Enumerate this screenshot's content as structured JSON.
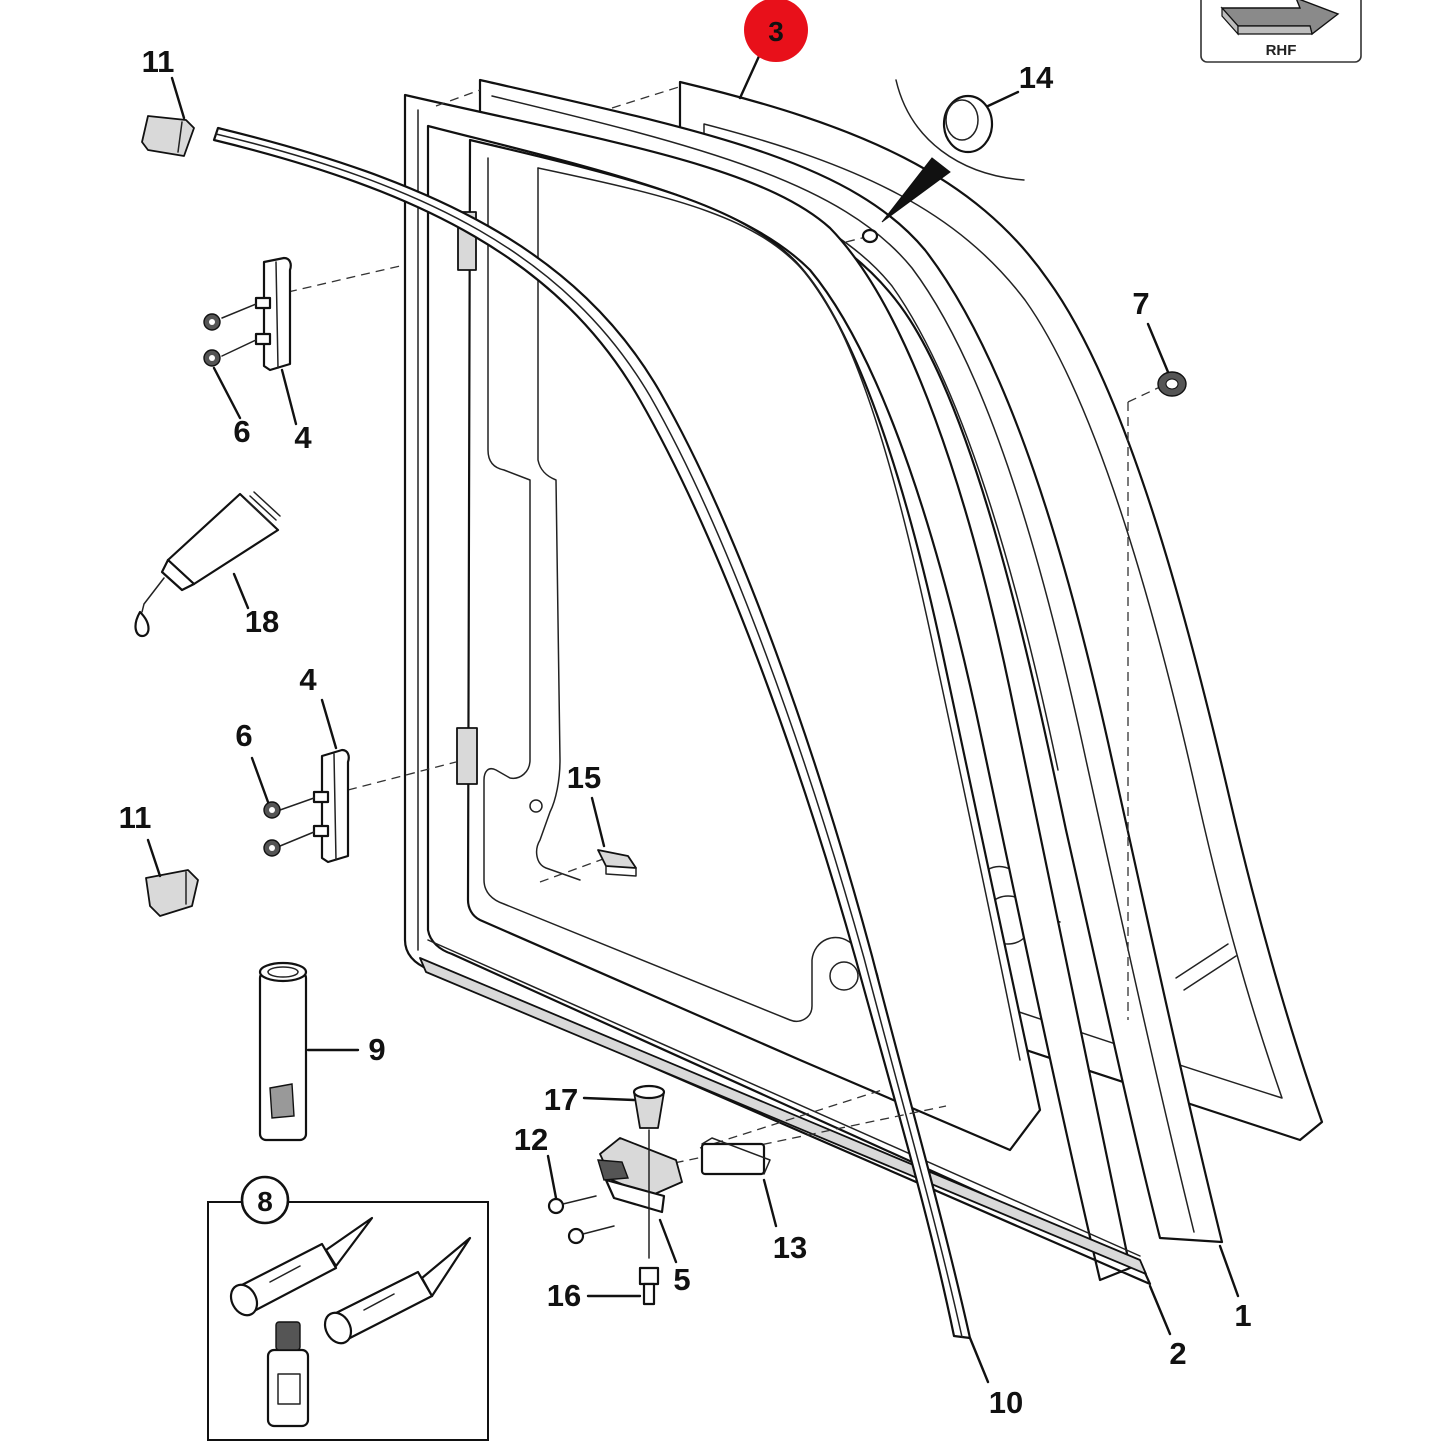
{
  "diagram": {
    "orientation_badge": {
      "text": "RHF",
      "icon": "arrow-right-icon"
    },
    "highlight": {
      "color": "#e8101a",
      "text_color": "#111111"
    },
    "callouts": [
      {
        "id": "callout-1",
        "label": "1"
      },
      {
        "id": "callout-2",
        "label": "2"
      },
      {
        "id": "callout-3",
        "label": "3",
        "highlighted": true
      },
      {
        "id": "callout-4-upper",
        "label": "4"
      },
      {
        "id": "callout-4-lower",
        "label": "4"
      },
      {
        "id": "callout-5",
        "label": "5"
      },
      {
        "id": "callout-6-upper",
        "label": "6"
      },
      {
        "id": "callout-6-lower",
        "label": "6"
      },
      {
        "id": "callout-7",
        "label": "7"
      },
      {
        "id": "callout-8",
        "label": "8",
        "circled": true
      },
      {
        "id": "callout-9",
        "label": "9"
      },
      {
        "id": "callout-10",
        "label": "10"
      },
      {
        "id": "callout-11-upper",
        "label": "11"
      },
      {
        "id": "callout-11-lower",
        "label": "11"
      },
      {
        "id": "callout-12",
        "label": "12"
      },
      {
        "id": "callout-13",
        "label": "13"
      },
      {
        "id": "callout-14",
        "label": "14"
      },
      {
        "id": "callout-15",
        "label": "15"
      },
      {
        "id": "callout-16",
        "label": "16"
      },
      {
        "id": "callout-17",
        "label": "17"
      },
      {
        "id": "callout-18",
        "label": "18"
      }
    ]
  }
}
